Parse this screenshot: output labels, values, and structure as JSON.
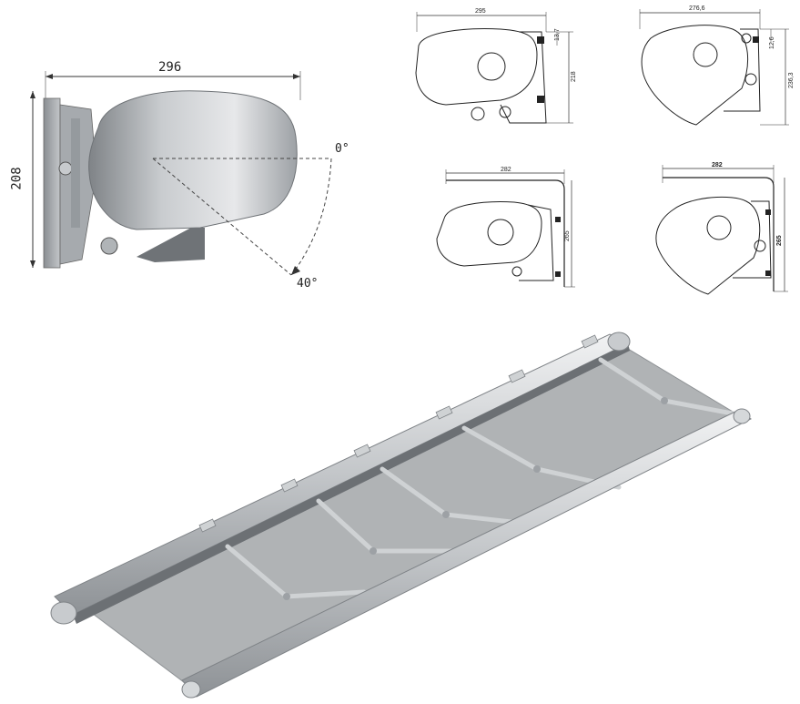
{
  "main_view": {
    "width_dim": "296",
    "height_dim": "208",
    "angle_start": "0°",
    "angle_end": "40°"
  },
  "drawings": [
    {
      "id": "top-left",
      "width_dim": "295",
      "top_dim": "13,7",
      "height_dim": "218"
    },
    {
      "id": "top-right",
      "width_dim": "276,6",
      "top_dim": "12,6",
      "height_dim": "236,3"
    },
    {
      "id": "bottom-left",
      "width_dim": "282",
      "height_dim": "265"
    },
    {
      "id": "bottom-right",
      "width_dim": "282",
      "height_dim": "265"
    }
  ],
  "awning": {
    "arm_sections": 5
  },
  "colors": {
    "cassette": "#b9bcbf",
    "cassette_dark": "#8c9094",
    "fabric": "#a9acae",
    "frame": "#d6d8da",
    "line": "#333333"
  }
}
